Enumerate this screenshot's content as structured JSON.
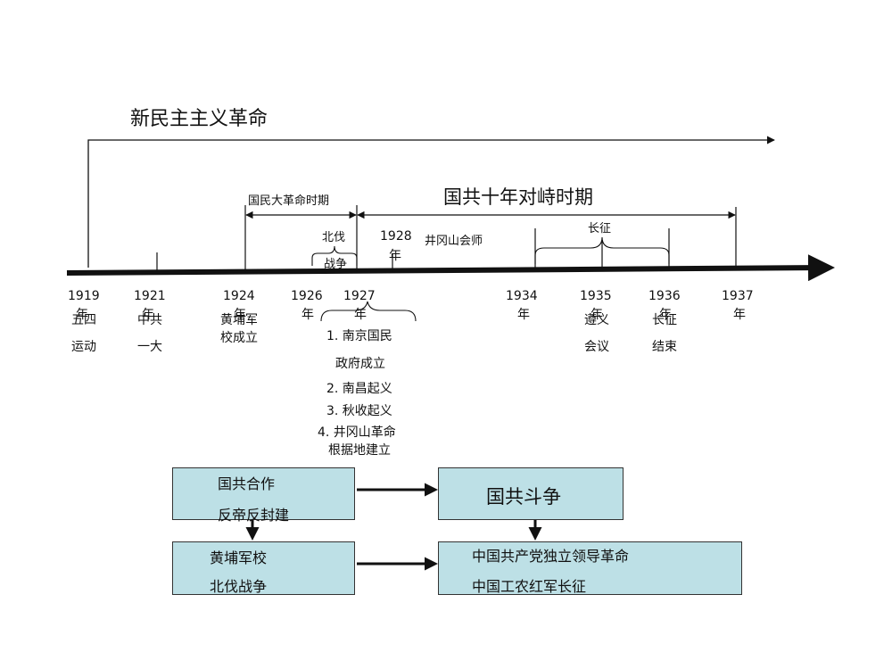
{
  "title": "新民主主义革命",
  "periods": {
    "national_revolution": "国民大革命时期",
    "kmt_cpc_decade": "国共十年对峙时期",
    "northern_expedition_line1": "北伐",
    "northern_expedition_line2": "战争",
    "long_march": "长征",
    "jinggangshan_year": "1928",
    "jinggangshan_year_unit": "年",
    "jinggangshan_event": "井冈山会师"
  },
  "timeline": [
    {
      "year": "1919",
      "unit": "年",
      "event_line1": "五四",
      "event_line2": "运动"
    },
    {
      "year": "1921",
      "unit": "年",
      "event_line1": "中共",
      "event_line2": "一大"
    },
    {
      "year": "1924",
      "unit": "年",
      "event_line1": "黄埔军",
      "event_line2": "校成立"
    },
    {
      "year": "1926",
      "unit": "年"
    },
    {
      "year": "1927",
      "unit": "年"
    },
    {
      "year": "1934",
      "unit": "年"
    },
    {
      "year": "1935",
      "unit": "年",
      "event_line1": "遵义",
      "event_line2": "会议"
    },
    {
      "year": "1936",
      "unit": "年",
      "event_line1": "长征",
      "event_line2": "结束"
    },
    {
      "year": "1937",
      "unit": "年"
    }
  ],
  "events_1927": [
    "1. 南京国民",
    "政府成立",
    "2. 南昌起义",
    "3. 秋收起义",
    "4. 井冈山革命",
    "根据地建立"
  ],
  "boxes": {
    "cooperation_line1": "国共合作",
    "cooperation_line2": "反帝反封建",
    "struggle": "国共斗争",
    "whampoa_line1": "黄埔军校",
    "whampoa_line2": "北伐战争",
    "cpc_line1": "中国共产党独立领导革命",
    "cpc_line2": "中国工农红军长征"
  },
  "colors": {
    "box_fill": "#bde0e6",
    "line": "#111111"
  }
}
